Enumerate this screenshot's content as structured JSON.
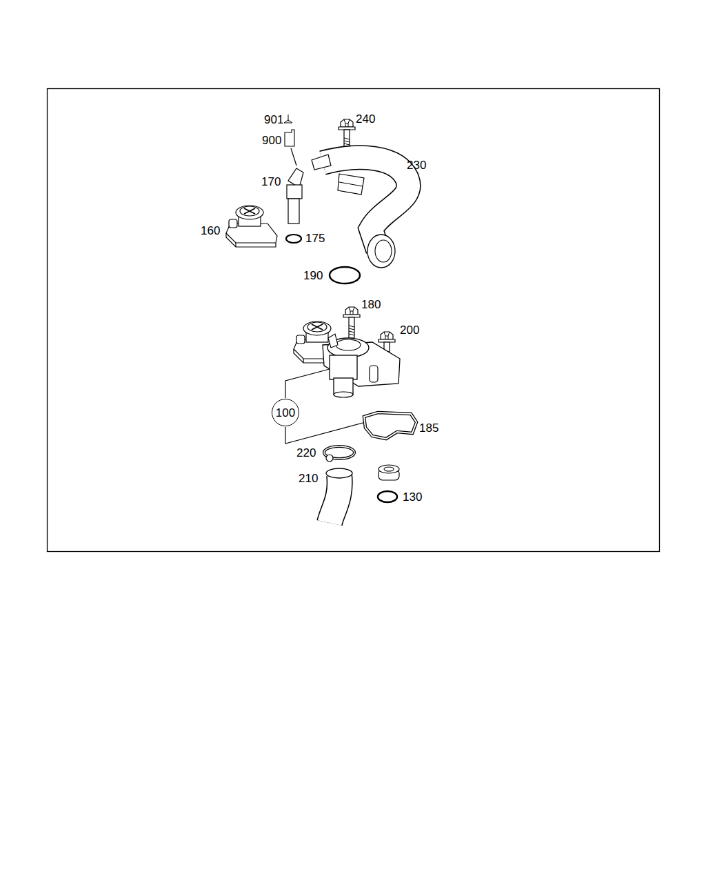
{
  "diagram": {
    "nodes": [
      {
        "text": [
          "100"
        ]
      }
    ],
    "labels": [
      "901",
      "240",
      "900",
      "230",
      "170",
      "160",
      "175",
      "190",
      "180",
      "200",
      "185",
      "220",
      "210",
      "130"
    ]
  }
}
